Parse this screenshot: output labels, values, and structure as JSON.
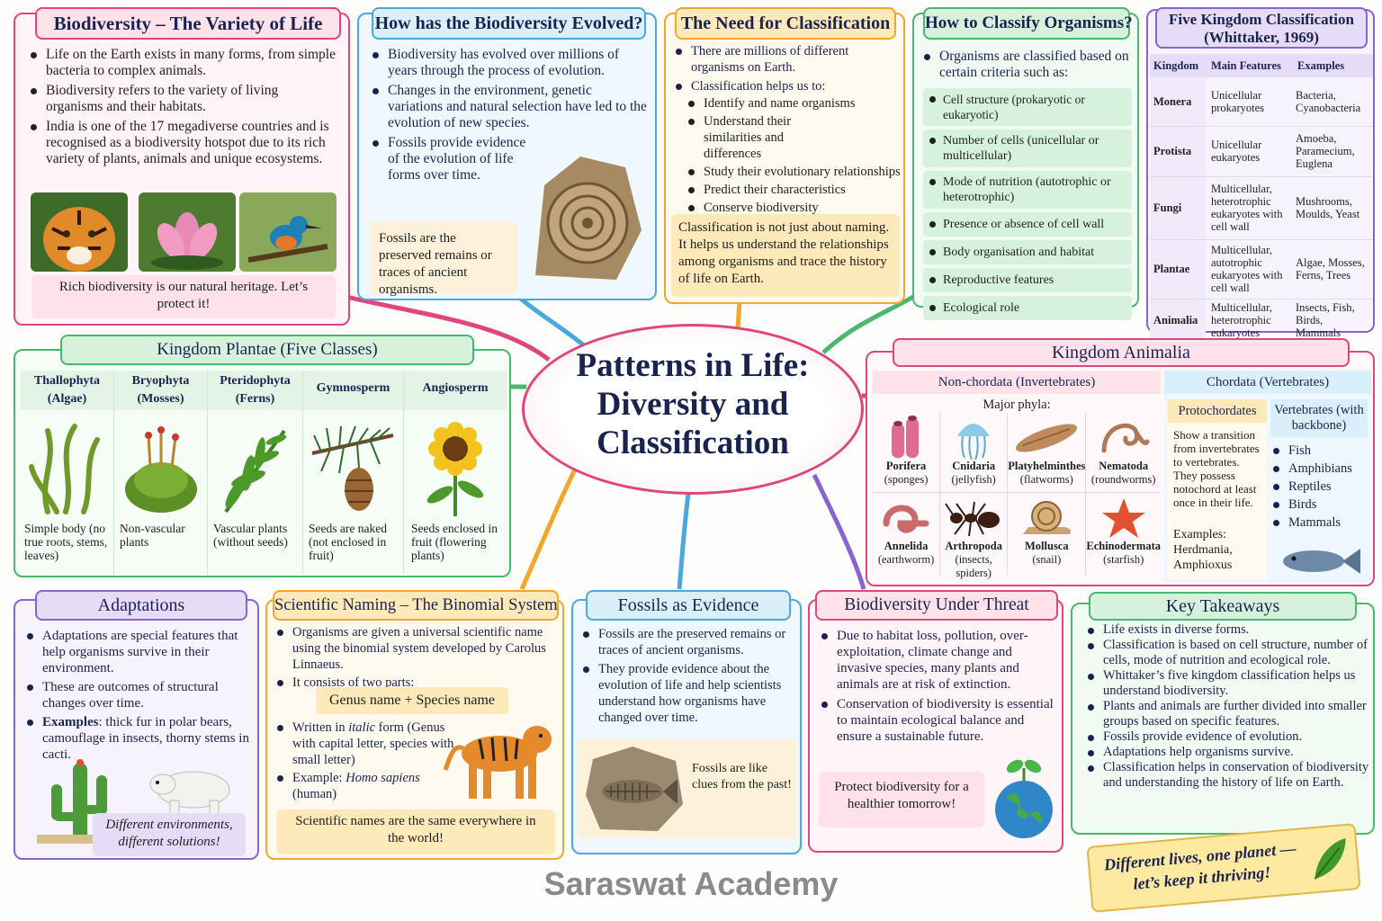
{
  "center_title": [
    "Patterns in Life:",
    "Diversity and",
    "Classification"
  ],
  "biodiversity": {
    "title": "Biodiversity – The Variety of Life",
    "points": [
      "Life on the Earth exists in many forms, from simple bacteria to complex animals.",
      "Biodiversity refers to the variety of living organisms and their habitats.",
      "India is one of the 17 megadiverse countries and is recognised as a biodiversity hotspot due to its rich variety of plants, animals and unique ecosystems."
    ],
    "note": "Rich biodiversity is our natural heritage. Let’s protect it!",
    "images": [
      "tiger-photo",
      "lotus-photo",
      "kingfisher-photo"
    ]
  },
  "evolved": {
    "title": "How has the Biodiversity Evolved?",
    "points": [
      "Biodiversity has evolved over millions of years through the process of evolution.",
      "Changes in the environment, genetic variations and natural selection have led to the evolution of new species.",
      "Fossils provide evidence of the evolution of life forms over time."
    ],
    "note": "Fossils are the preserved remains or traces of ancient organisms."
  },
  "need": {
    "title": "The Need for Classification",
    "points": [
      "There are millions of different organisms on Earth.",
      "Classification helps us to:"
    ],
    "sub_points": [
      "Identify and name organisms",
      "Understand their similarities and differences",
      "Study their evolutionary relationships",
      "Predict their characteristics",
      "Conserve biodiversity"
    ],
    "note": "Classification is not just about naming. It helps us understand the relationships among organisms and trace the history of life on Earth."
  },
  "how_classify": {
    "title": "How to Classify Organisms?",
    "intro": "Organisms are classified based on certain criteria such as:",
    "criteria": [
      "Cell structure (prokaryotic or eukaryotic)",
      "Number of cells (unicellular or multicellular)",
      "Mode of nutrition (autotrophic or heterotrophic)",
      "Presence or absence of cell wall",
      "Body organisation and habitat",
      "Reproductive features",
      "Ecological role"
    ]
  },
  "five_kingdom": {
    "title": "Five Kingdom Classification (Whittaker, 1969)",
    "headers": [
      "Kingdom",
      "Main Features",
      "Examples"
    ],
    "rows": [
      [
        "Monera",
        "Unicellular prokaryotes",
        "Bacteria, Cyanobacteria"
      ],
      [
        "Protista",
        "Unicellular eukaryotes",
        "Amoeba, Paramecium, Euglena"
      ],
      [
        "Fungi",
        "Multicellular, heterotrophic eukaryotes with cell wall",
        "Mushrooms, Moulds, Yeast"
      ],
      [
        "Plantae",
        "Multicellular, autotrophic eukaryotes with cell wall",
        "Algae, Mosses, Ferns, Trees"
      ],
      [
        "Animalia",
        "Multicellular, heterotrophic eukaryotes",
        "Insects, Fish, Birds, Mammals"
      ]
    ]
  },
  "plantae": {
    "title": "Kingdom Plantae (Five Classes)",
    "classes": [
      {
        "name": "Thallophyta",
        "common": "(Algae)",
        "desc": "Simple body (no true roots, stems, leaves)"
      },
      {
        "name": "Bryophyta",
        "common": "(Mosses)",
        "desc": "Non-vascular plants"
      },
      {
        "name": "Pteridophyta",
        "common": "(Ferns)",
        "desc": "Vascular plants (without seeds)"
      },
      {
        "name": "Gymnosperm",
        "common": "",
        "desc": "Seeds are naked (not enclosed in fruit)"
      },
      {
        "name": "Angiosperm",
        "common": "",
        "desc": "Seeds enclosed in fruit (flowering plants)"
      }
    ]
  },
  "animalia": {
    "title": "Kingdom Animalia",
    "nonchordata_title": "Non-chordata (Invertebrates)",
    "major_phyla": "Major phyla:",
    "phyla": [
      {
        "name": "Porifera",
        "common": "(sponges)"
      },
      {
        "name": "Cnidaria",
        "common": "(jellyfish)"
      },
      {
        "name": "Platyhelminthes",
        "common": "(flatworms)"
      },
      {
        "name": "Nematoda",
        "common": "(roundworms)"
      },
      {
        "name": "Annelida",
        "common": "(earthworm)"
      },
      {
        "name": "Arthropoda",
        "common": "(insects, spiders)"
      },
      {
        "name": "Mollusca",
        "common": "(snail)"
      },
      {
        "name": "Echinodermata",
        "common": "(starfish)"
      }
    ],
    "chordata_title": "Chordata (Vertebrates)",
    "protochordates_title": "Protochordates",
    "protochordates_desc": "Show a transition from invertebrates to vertebrates. They possess notochord at least once in their life.",
    "protochordates_examples": "Examples: Herdmania, Amphioxus",
    "vertebrates_title": "Vertebrates (with backbone)",
    "vertebrates": [
      "Fish",
      "Amphibians",
      "Reptiles",
      "Birds",
      "Mammals"
    ]
  },
  "adaptations": {
    "title": "Adaptations",
    "points": [
      "Adaptations are special features that help organisms survive in their environment.",
      "These are outcomes of structural changes over time."
    ],
    "examples_label": "Examples",
    "examples_text": ": thick fur in polar bears, camouflage in insects, thorny stems in cacti.",
    "note": "Different environments, different solutions!"
  },
  "naming": {
    "title": "Scientific Naming – The Binomial System",
    "points": [
      "Organisms are given a universal scientific name using the binomial system developed by Carolus Linnaeus.",
      "It consists of two parts:"
    ],
    "formula": "Genus name + Species name",
    "written_pre": "Written in ",
    "written_italic": "italic",
    "written_post": " form (Genus with capital letter, species with small letter)",
    "example_pre": "Example: ",
    "example_italic": "Homo sapiens",
    "example_post": " (human)",
    "note": "Scientific names are the same everywhere in the world!"
  },
  "fossils": {
    "title": "Fossils as Evidence",
    "points": [
      "Fossils are the preserved remains or traces of ancient organisms.",
      "They provide evidence about the evolution of life and help scientists understand how organisms have changed over time."
    ],
    "note": "Fossils are like clues from the past!"
  },
  "threat": {
    "title": "Biodiversity Under Threat",
    "points": [
      "Due to habitat loss, pollution, over-exploitation, climate change and invasive species, many plants and animals are at risk of extinction.",
      "Conservation of biodiversity is essential to maintain ecological balance and ensure a sustainable future."
    ],
    "note": "Protect biodiversity for a healthier tomorrow!"
  },
  "takeaways": {
    "title": "Key Takeaways",
    "points": [
      "Life exists in diverse forms.",
      "Classification is based on cell structure, number of cells, mode of nutrition and ecological role.",
      "Whittaker’s five kingdom classification helps us understand biodiversity.",
      "Plants and animals are further divided into smaller groups based on specific features.",
      "Fossils provide evidence of evolution.",
      "Adaptations help organisms survive.",
      "Classification helps in conservation of biodiversity and understanding the history of life on Earth."
    ],
    "banner": [
      "Different lives, one planet —",
      "let’s keep it thriving!"
    ]
  },
  "footer": "Saraswat Academy",
  "colors": {
    "pink": "#e0457b",
    "blue": "#4aa8dc",
    "orange": "#f2a72c",
    "green": "#49b86a",
    "purple": "#8a63d2",
    "navy": "#1a2350"
  }
}
